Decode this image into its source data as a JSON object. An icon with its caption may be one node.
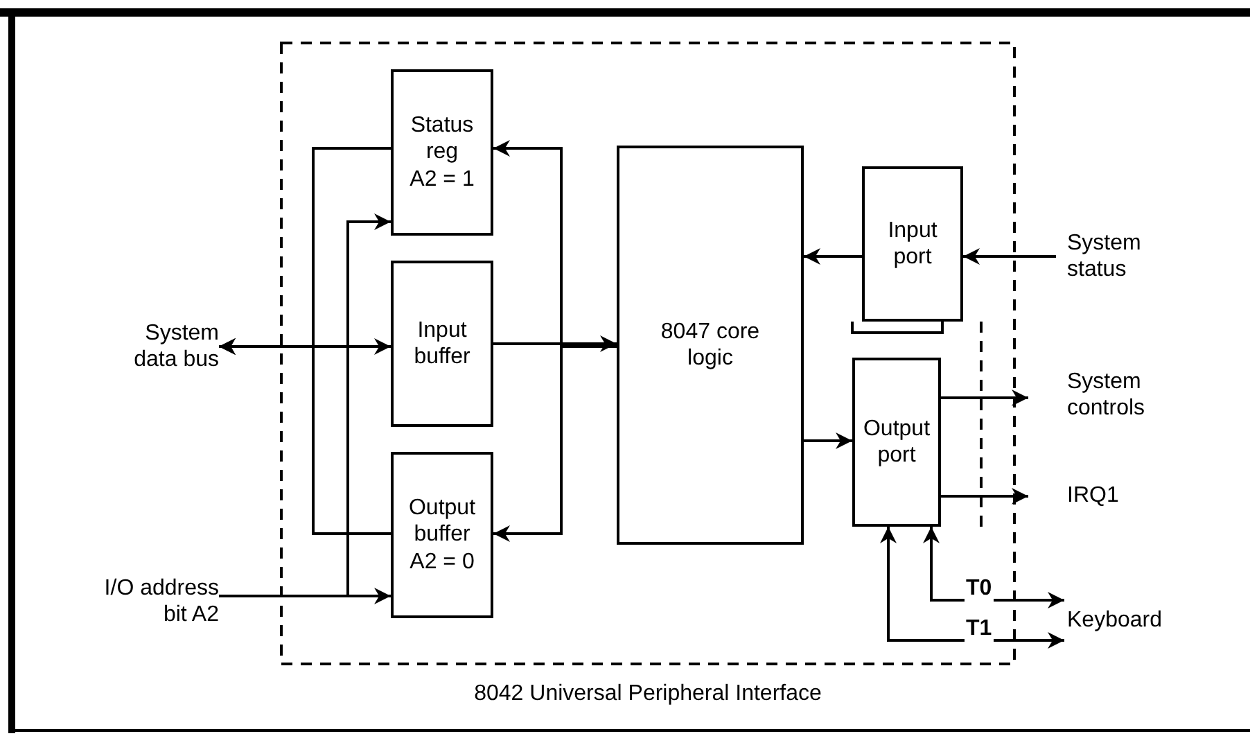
{
  "diagram": {
    "nodes": [
      {
        "text": [
          "8042 Universal Peripheral Interface"
        ]
      },
      {
        "text": [
          "Status reg",
          "A2 = 1"
        ],
        "in": 0
      },
      {
        "text": [
          "Input buffer"
        ],
        "in": 0
      },
      {
        "text": [
          "Output buffer",
          "A2 = 0"
        ],
        "in": 0
      },
      {
        "text": [
          "8047 core logic"
        ],
        "in": 0
      },
      {
        "text": [
          "Input port"
        ],
        "in": 0
      },
      {
        "text": [
          "Output port"
        ],
        "in": 0
      },
      {
        "text": [
          "System data bus"
        ]
      },
      {
        "text": [
          "I/O address bit A2"
        ]
      },
      {
        "text": [
          "System status"
        ]
      },
      {
        "text": [
          "System controls"
        ]
      },
      {
        "text": [
          "IRQ1"
        ]
      },
      {
        "text": [
          "Keyboard"
        ]
      }
    ],
    "edges": [
      {
        "from": 7,
        "to": 2,
        "arrow": "both"
      },
      {
        "from": 1,
        "to": 7,
        "arrow": "to"
      },
      {
        "from": 3,
        "to": 7,
        "arrow": "to"
      },
      {
        "from": 8,
        "to": 3,
        "arrow": "to"
      },
      {
        "from": 8,
        "to": 1,
        "arrow": "to"
      },
      {
        "from": 2,
        "to": 4,
        "arrow": "to"
      },
      {
        "from": 4,
        "to": 1,
        "arrow": "to"
      },
      {
        "from": 4,
        "to": 3,
        "arrow": "to"
      },
      {
        "from": 5,
        "to": 4,
        "arrow": "to"
      },
      {
        "from": 9,
        "to": 5,
        "arrow": "to"
      },
      {
        "from": 4,
        "to": 6,
        "arrow": "to"
      },
      {
        "from": 6,
        "to": 10,
        "arrow": "to"
      },
      {
        "from": 6,
        "to": 11,
        "arrow": "to"
      },
      {
        "from": 6,
        "to": 12,
        "arrow": "both",
        "label": "T0"
      },
      {
        "from": 6,
        "to": 12,
        "arrow": "both",
        "label": "T1"
      }
    ]
  }
}
